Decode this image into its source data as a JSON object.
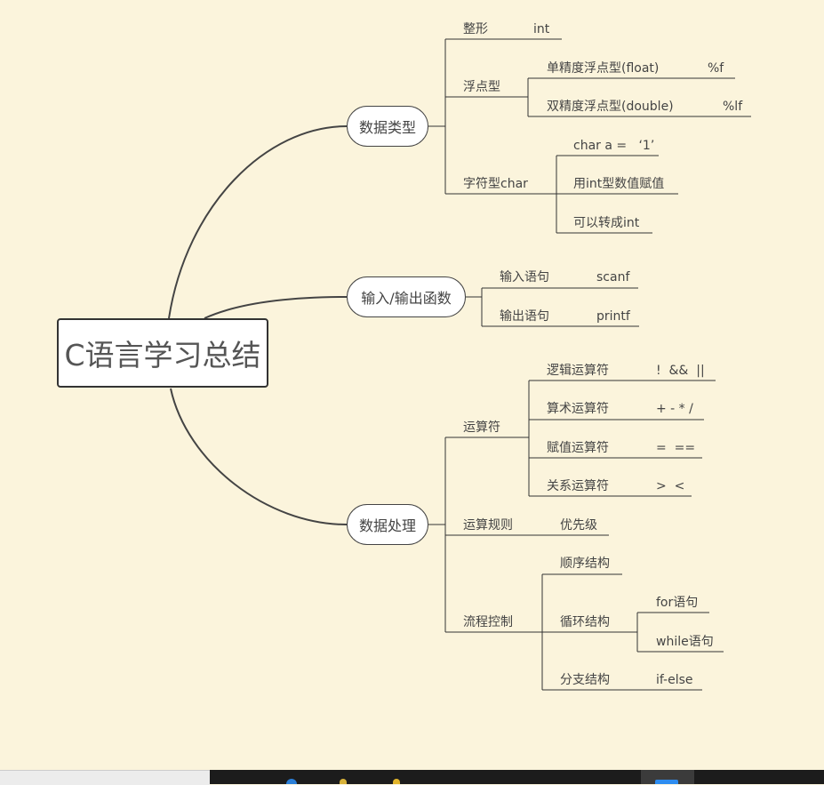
{
  "root": "C语言学习总结",
  "branches": {
    "types": {
      "label": "数据类型",
      "int": {
        "label": "整形",
        "value": "int"
      },
      "float": {
        "label": "浮点型",
        "single": {
          "label": "单精度浮点型(float)",
          "fmt": "%f"
        },
        "double": {
          "label": "双精度浮点型(double)",
          "fmt": "%lf"
        }
      },
      "char": {
        "label": "字符型char",
        "items": [
          "char a =   ‘1’",
          "用int型数值赋值",
          "可以转成int"
        ]
      }
    },
    "io": {
      "label": "输入/输出函数",
      "input": {
        "label": "输入语句",
        "fn": "scanf"
      },
      "output": {
        "label": "输出语句",
        "fn": "printf"
      }
    },
    "proc": {
      "label": "数据处理",
      "operators": {
        "label": "运算符",
        "logic": {
          "label": "逻辑运算符",
          "sym": "!  &&  ||"
        },
        "arith": {
          "label": "算术运算符",
          "sym": "+ - * /"
        },
        "assign": {
          "label": "赋值运算符",
          "sym": "=  =="
        },
        "rel": {
          "label": "关系运算符",
          "sym": ">  <"
        }
      },
      "rules": {
        "label": "运算规则",
        "value": "优先级"
      },
      "flow": {
        "label": "流程控制",
        "seq": "顺序结构",
        "loop": {
          "label": "循环结构",
          "items": [
            "for语句",
            "while语句"
          ]
        },
        "branch": {
          "label": "分支结构",
          "value": "if-else"
        }
      }
    }
  }
}
